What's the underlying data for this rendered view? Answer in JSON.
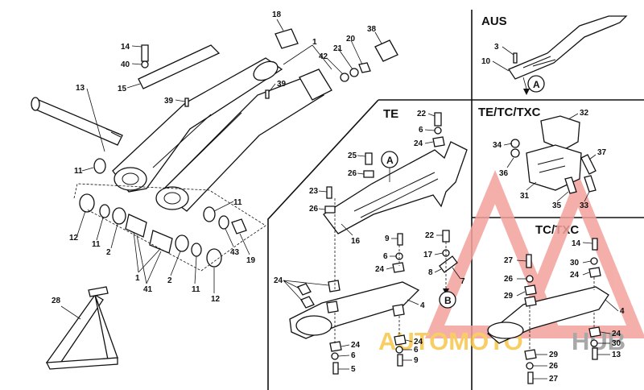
{
  "sections": {
    "aus": "AUS",
    "te": "TE",
    "te_tc_txc": "TE/TC/TXC",
    "tc_txc": "TC/TXC"
  },
  "view_markers": {
    "a": "A",
    "b": "B"
  },
  "watermark": {
    "text_left": "AUTOMOTO",
    "text_right": "HUB",
    "color_primary": "#f4a29c",
    "color_secondary": "#f7c64a",
    "color_dark": "#9a9a9a"
  },
  "callouts": {
    "main": [
      "13",
      "14",
      "40",
      "15",
      "39",
      "18",
      "1",
      "42",
      "21",
      "20",
      "38",
      "39",
      "11",
      "11",
      "12",
      "11",
      "2",
      "1",
      "41",
      "2",
      "11",
      "12",
      "43",
      "19",
      "28"
    ],
    "aus": [
      "3",
      "10"
    ],
    "te": [
      "22",
      "6",
      "24",
      "25",
      "26",
      "23",
      "26",
      "16",
      "9",
      "6",
      "24",
      "22",
      "17",
      "8",
      "7",
      "24",
      "4",
      "24",
      "6",
      "5",
      "24",
      "6",
      "9"
    ],
    "te_tc_txc": [
      "32",
      "34",
      "36",
      "37",
      "31",
      "35",
      "33"
    ],
    "tc_txc": [
      "14",
      "30",
      "24",
      "27",
      "26",
      "29",
      "4",
      "24",
      "30",
      "13",
      "29",
      "26",
      "27"
    ]
  }
}
